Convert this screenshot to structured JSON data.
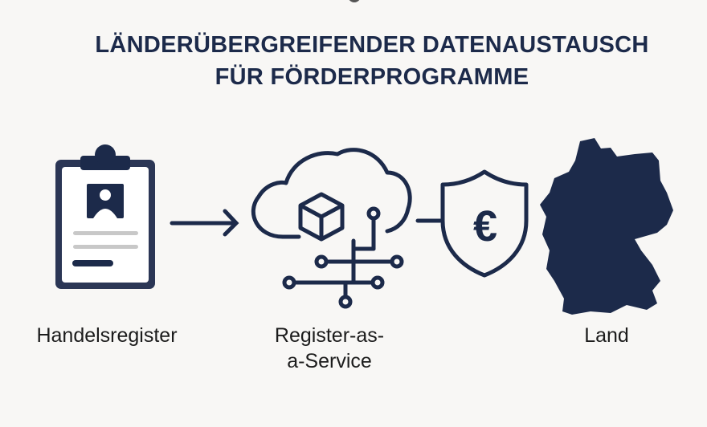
{
  "title": {
    "line1": "LÄNDERÜBERGREIFENDER DATENAUSTAUSCH",
    "line2": "FÜR FÖRDERPROGRAMME"
  },
  "nodes": [
    {
      "label": "Handelsregister",
      "icon": "clipboard-profile-icon"
    },
    {
      "label_line1": "Register-as-",
      "label_line2": "a-Service",
      "icon": "cloud-network-icon"
    },
    {
      "icon": "shield-euro-icon",
      "symbol": "€"
    },
    {
      "label": "Land",
      "icon": "germany-map-icon"
    }
  ],
  "colors": {
    "primary": "#1c2a4a",
    "background": "#f8f7f5",
    "muted": "#c8c8c8"
  }
}
